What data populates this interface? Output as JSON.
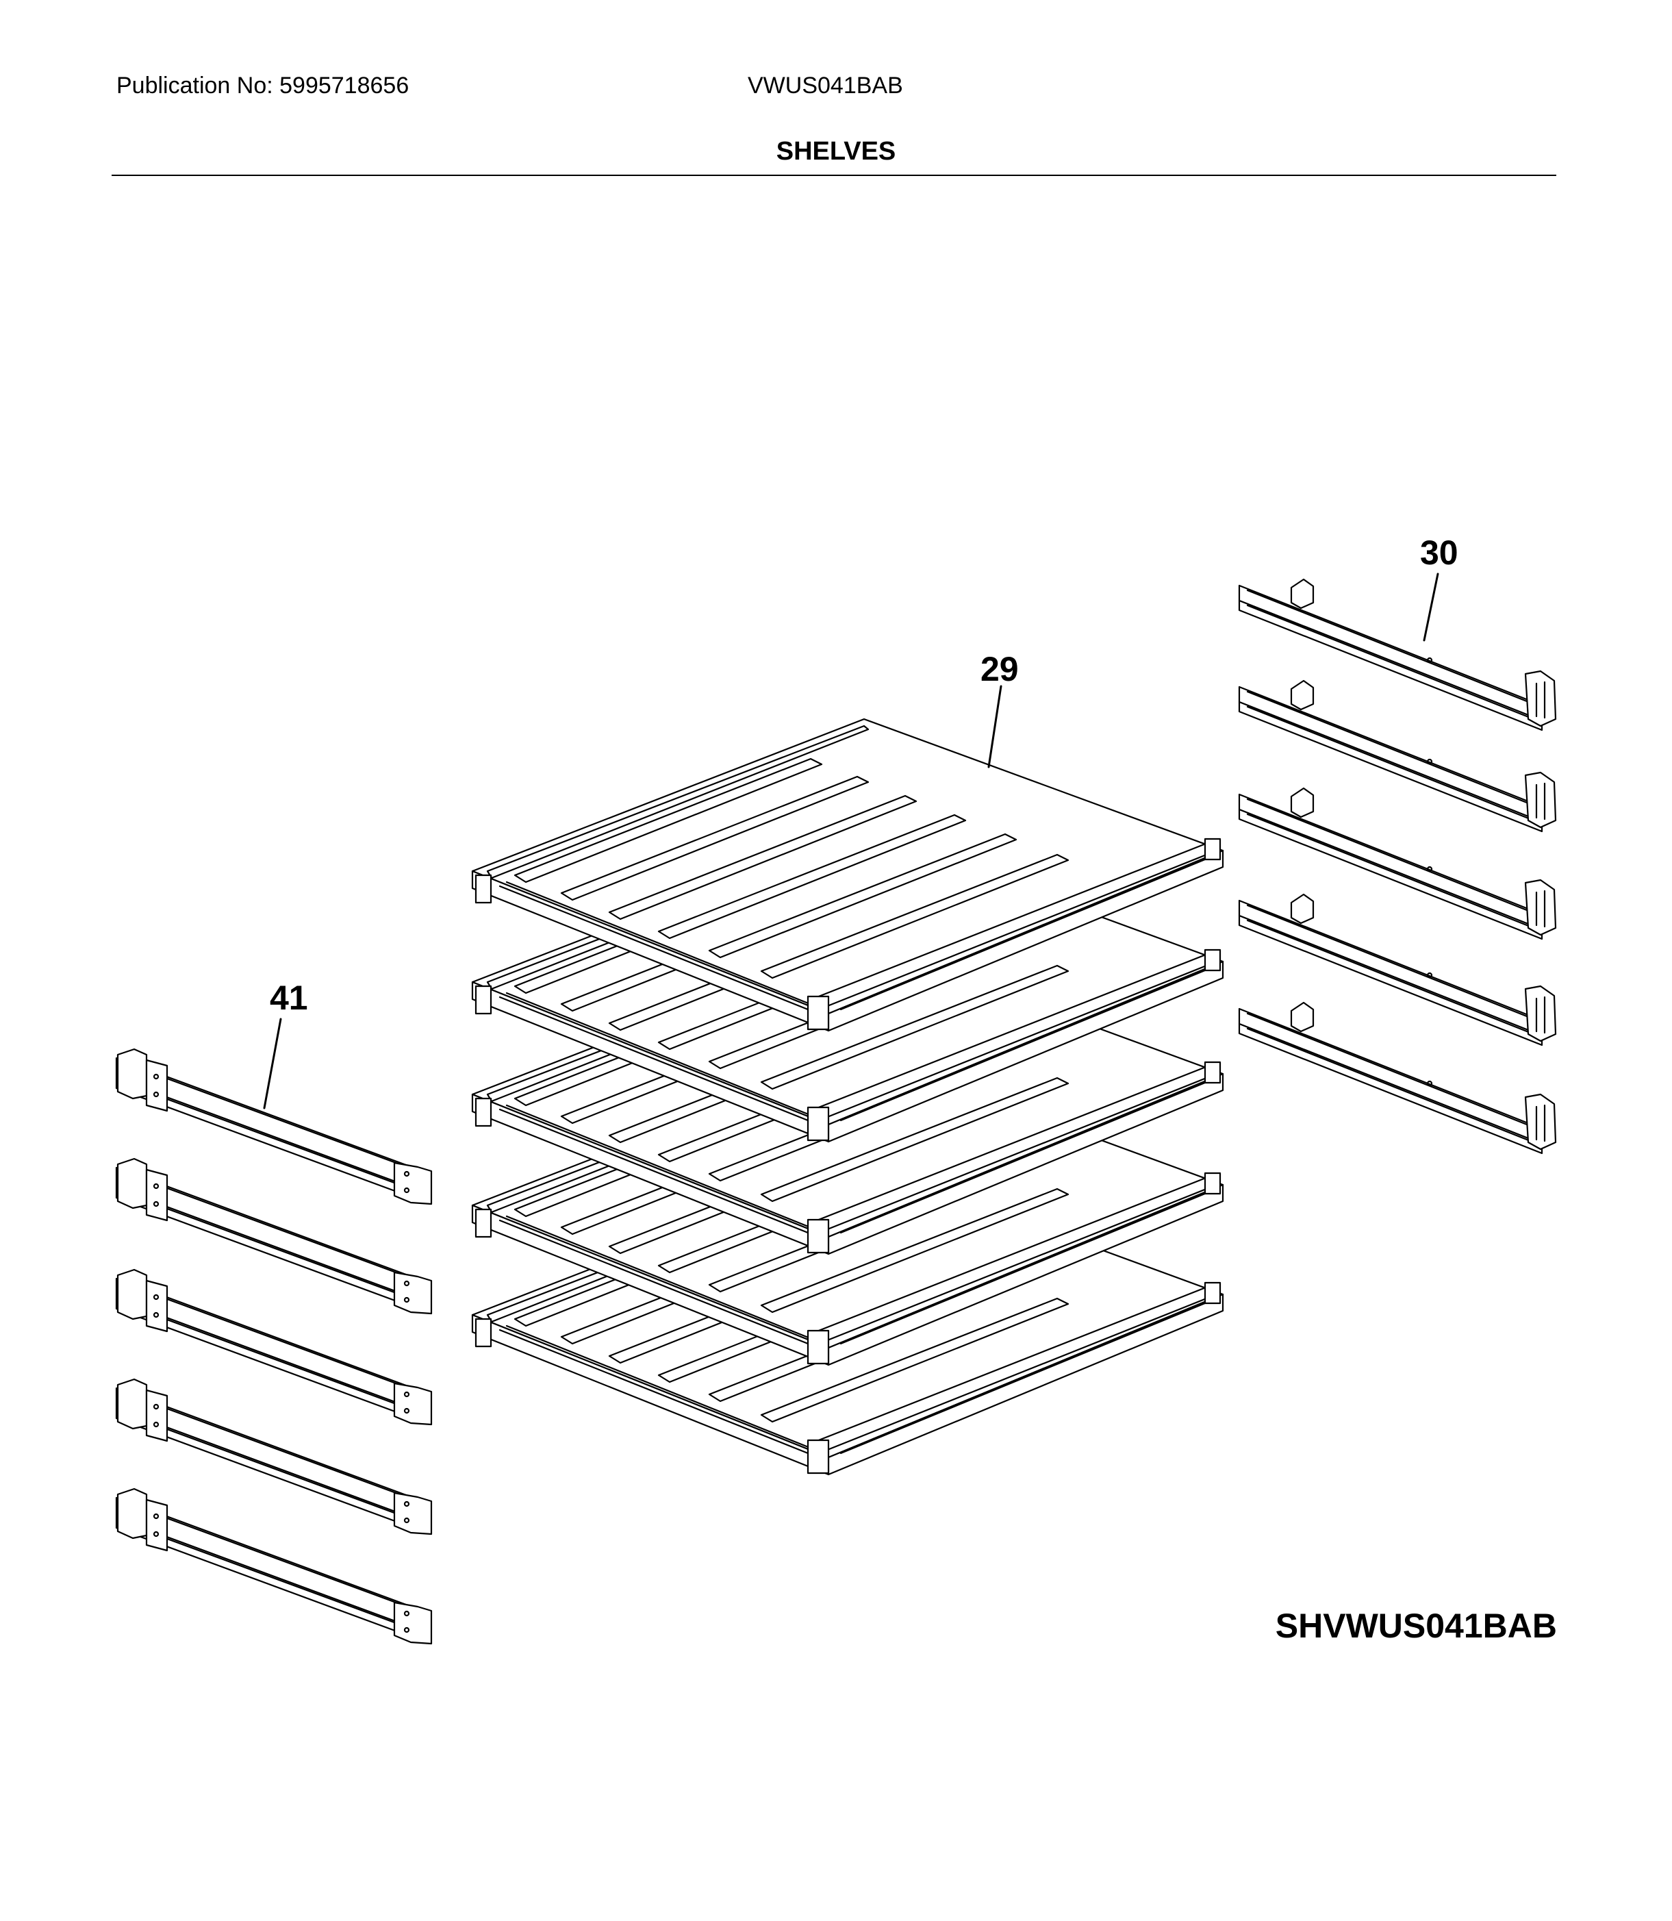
{
  "header": {
    "publication": "Publication No: 5995718656",
    "model": "VWUS041BAB"
  },
  "section_title": "SHELVES",
  "callouts": {
    "shelf": "29",
    "right_rails": "30",
    "left_rails": "41"
  },
  "diagram_code": "SHVWUS041BAB",
  "counts": {
    "shelves": 5,
    "right_rails": 5,
    "left_rails": 5
  }
}
